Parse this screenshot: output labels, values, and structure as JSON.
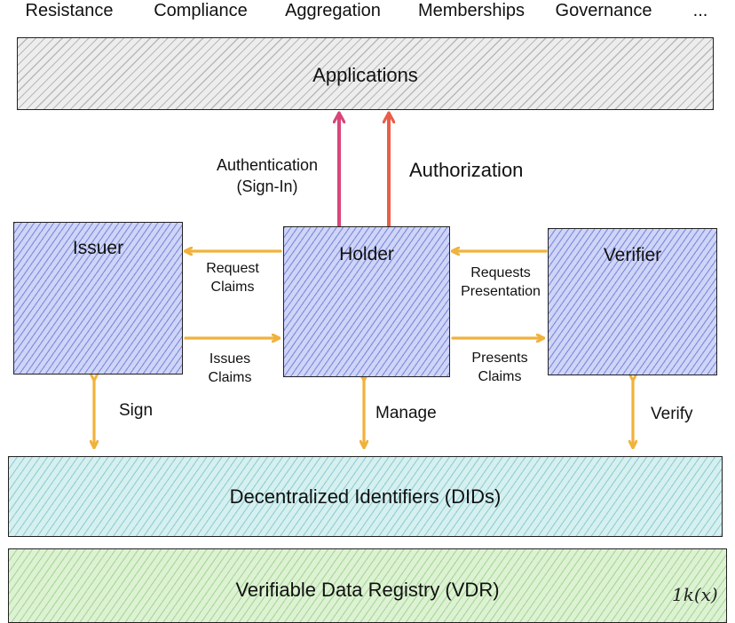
{
  "top_labels": [
    "Resistance",
    "Compliance",
    "Aggregation",
    "Memberships",
    "Governance",
    "..."
  ],
  "applications": "Applications",
  "auth": {
    "authentication": "Authentication",
    "sign_in": "(Sign-In)",
    "authorization": "Authorization"
  },
  "actors": {
    "issuer": "Issuer",
    "holder": "Holder",
    "verifier": "Verifier"
  },
  "flows": {
    "request_1": "Request",
    "request_2": "Claims",
    "issues_1": "Issues",
    "issues_2": "Claims",
    "requests_pres_1": "Requests",
    "requests_pres_2": "Presentation",
    "presents_1": "Presents",
    "presents_2": "Claims"
  },
  "vertical": {
    "sign": "Sign",
    "manage": "Manage",
    "verify": "Verify"
  },
  "dids": "Decentralized Identifiers (DIDs)",
  "vdr": "Verifiable Data Registry (VDR)",
  "watermark": "1k(x)",
  "colors": {
    "arrow_orange": "#f0b23c",
    "arrow_pink": "#d8457a",
    "arrow_coral": "#ea5d48"
  }
}
